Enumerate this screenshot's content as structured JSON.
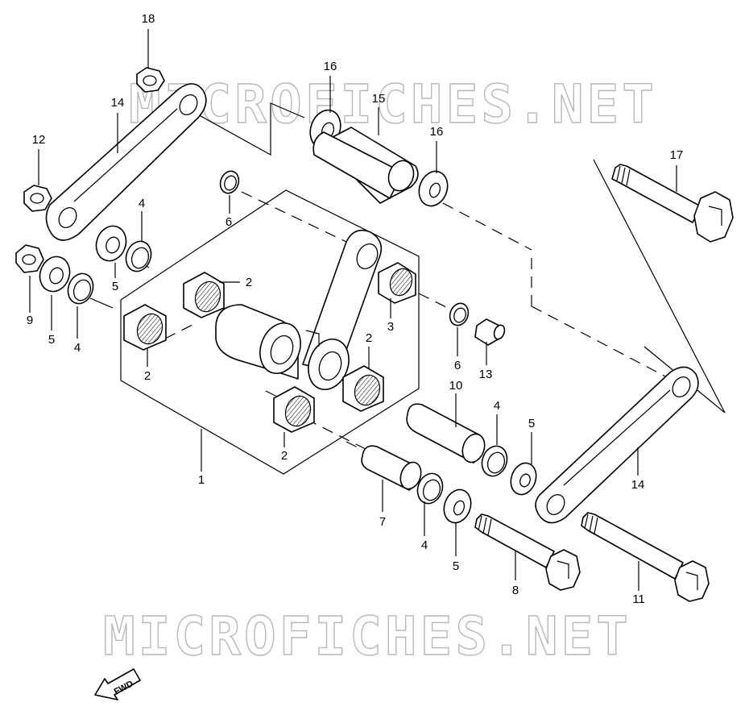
{
  "watermark": {
    "top_text": "MICROFICHES.NET",
    "bottom_text": "MICROFICHES.NET",
    "color": "#b8b8b8"
  },
  "direction_badge": {
    "text": "FWD"
  },
  "callouts": [
    {
      "id": "c18",
      "label": "18"
    },
    {
      "id": "c14a",
      "label": "14"
    },
    {
      "id": "c12",
      "label": "12"
    },
    {
      "id": "c16a",
      "label": "16"
    },
    {
      "id": "c15",
      "label": "15"
    },
    {
      "id": "c16b",
      "label": "16"
    },
    {
      "id": "c17",
      "label": "17"
    },
    {
      "id": "c6a",
      "label": "6"
    },
    {
      "id": "c4a",
      "label": "4"
    },
    {
      "id": "c5a",
      "label": "5"
    },
    {
      "id": "c9",
      "label": "9"
    },
    {
      "id": "c5b",
      "label": "5"
    },
    {
      "id": "c4b",
      "label": "4"
    },
    {
      "id": "c2a",
      "label": "2"
    },
    {
      "id": "c2b",
      "label": "2"
    },
    {
      "id": "c3",
      "label": "3"
    },
    {
      "id": "c2c",
      "label": "2"
    },
    {
      "id": "c6b",
      "label": "6"
    },
    {
      "id": "c13",
      "label": "13"
    },
    {
      "id": "c2d",
      "label": "2"
    },
    {
      "id": "c10",
      "label": "10"
    },
    {
      "id": "c4c",
      "label": "4"
    },
    {
      "id": "c5c",
      "label": "5"
    },
    {
      "id": "c14b",
      "label": "14"
    },
    {
      "id": "c1",
      "label": "1"
    },
    {
      "id": "c7",
      "label": "7"
    },
    {
      "id": "c4d",
      "label": "4"
    },
    {
      "id": "c5d",
      "label": "5"
    },
    {
      "id": "c8",
      "label": "8"
    },
    {
      "id": "c11",
      "label": "11"
    }
  ]
}
